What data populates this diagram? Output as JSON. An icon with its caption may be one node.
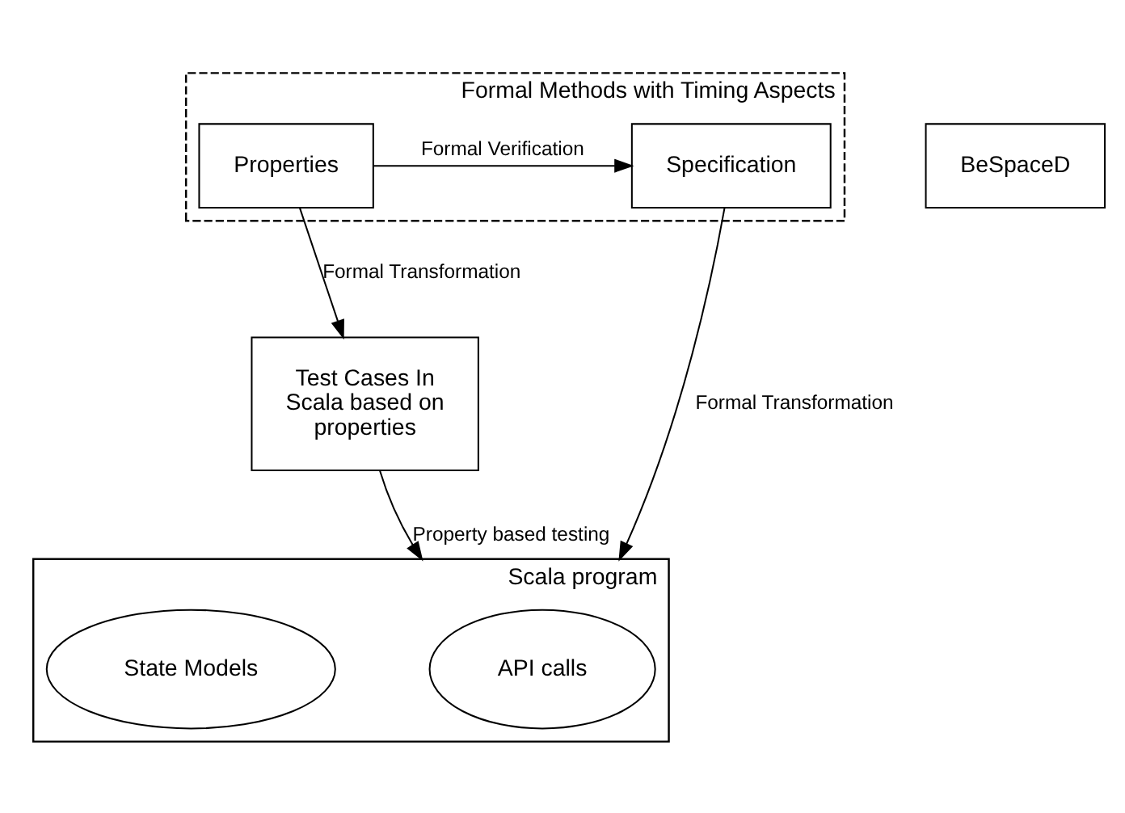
{
  "diagram": {
    "nodes": [
      {
        "text": [
          "Formal Methods with Timing Aspects"
        ]
      },
      {
        "text": [
          "Specification"
        ],
        "in": 0
      },
      {
        "text": [
          "Properties"
        ],
        "in": 0
      },
      {
        "text": [
          "Scala program"
        ]
      },
      {
        "text": [
          "API calls"
        ],
        "in": 3
      },
      {
        "text": [
          "State Models"
        ],
        "in": 3
      },
      {
        "text": [
          "BeSpaceD"
        ]
      },
      {
        "text": [
          "Test Cases In Scala based on properties"
        ]
      }
    ],
    "edges": [
      {
        "from": 2,
        "to": 1,
        "arrow": "to",
        "label": "Formal Verification"
      },
      {
        "from": 1,
        "to": 3,
        "arrow": "to",
        "label": "Formal Transformation"
      },
      {
        "from": 2,
        "to": 7,
        "arrow": "to",
        "label": "Formal Transformation"
      },
      {
        "from": 7,
        "to": 3,
        "arrow": "to",
        "label": "Property based testing"
      }
    ]
  }
}
